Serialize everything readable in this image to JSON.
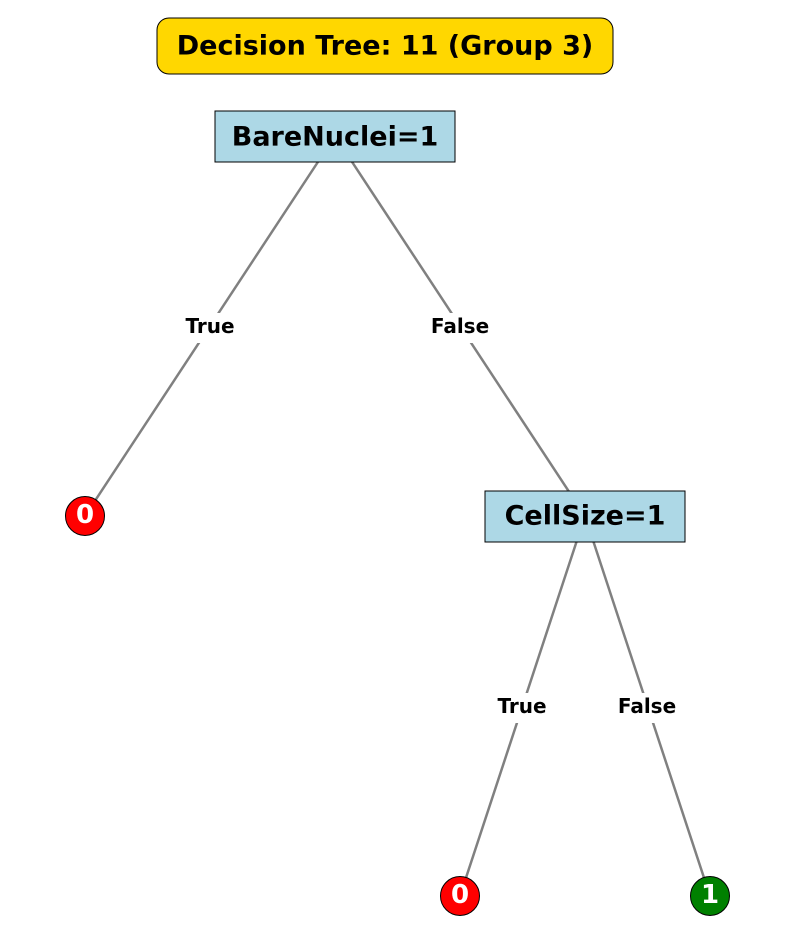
{
  "title": {
    "text": "Decision Tree: 11 (Group 3)",
    "background": "#FFD700"
  },
  "colors": {
    "decision_fill": "#ADD8E6",
    "edge": "#808080",
    "leaf_class_0": "#FF0000",
    "leaf_class_1": "#008000",
    "leaf_text": "#FFFFFF"
  },
  "nodes": [
    {
      "id": "root",
      "kind": "decision",
      "label": "BareNuclei=1"
    },
    {
      "id": "root-true-leaf",
      "kind": "leaf",
      "label": "0",
      "class": 0
    },
    {
      "id": "cellsize",
      "kind": "decision",
      "label": "CellSize=1"
    },
    {
      "id": "cellsize-true-leaf",
      "kind": "leaf",
      "label": "0",
      "class": 0
    },
    {
      "id": "cellsize-false-leaf",
      "kind": "leaf",
      "label": "1",
      "class": 1
    }
  ],
  "edges": [
    {
      "from": "root",
      "to": "root-true-leaf",
      "label": "True"
    },
    {
      "from": "root",
      "to": "cellsize",
      "label": "False"
    },
    {
      "from": "cellsize",
      "to": "cellsize-true-leaf",
      "label": "True"
    },
    {
      "from": "cellsize",
      "to": "cellsize-false-leaf",
      "label": "False"
    }
  ]
}
